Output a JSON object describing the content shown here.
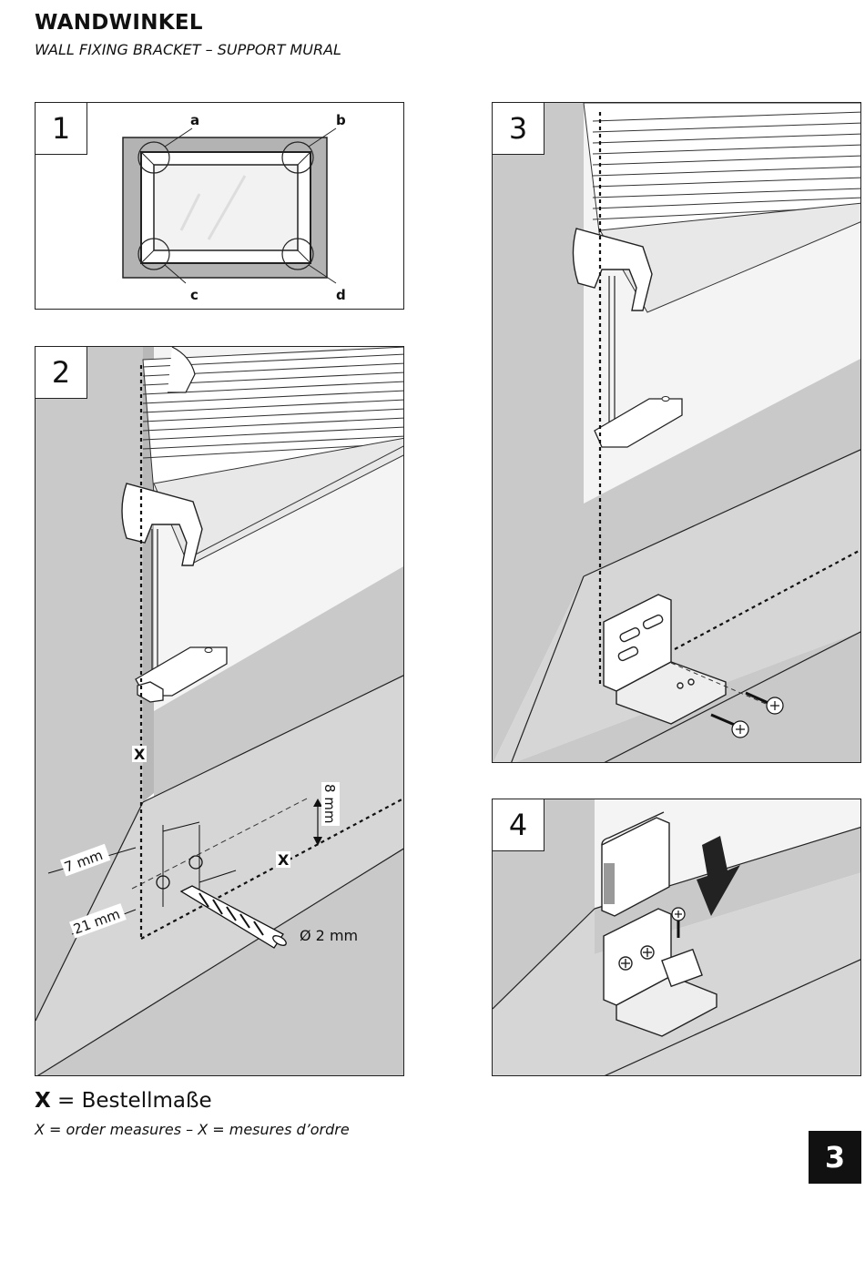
{
  "header": {
    "title": "WANDWINKEL",
    "subtitle": "WALL FIXING BRACKET – SUPPORT MURAL"
  },
  "steps": [
    {
      "number": "1",
      "labels": {
        "a": "a",
        "b": "b",
        "c": "c",
        "d": "d"
      }
    },
    {
      "number": "2",
      "labels": {
        "x_vertical": "X",
        "x_horizontal": "X",
        "dim_8": "8 mm",
        "dim_7": "7 mm",
        "dim_21": "21 mm",
        "drill": "Ø 2 mm"
      }
    },
    {
      "number": "3"
    },
    {
      "number": "4"
    }
  ],
  "legend": {
    "symbol": "X",
    "text": " = Bestellmaße",
    "translation": "X = order measures – X = mesures d’ordre"
  },
  "page_number": "3",
  "colors": {
    "wall_gray": "#c9c9c9",
    "window_gray": "#aaaaaa",
    "line": "#1a1a1a"
  }
}
